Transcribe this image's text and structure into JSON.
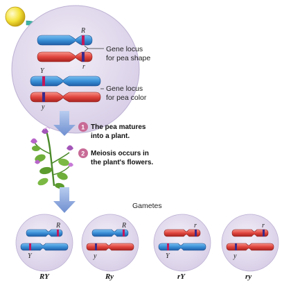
{
  "cell": {
    "top_chromosomes": {
      "shape": {
        "allele_top": "R",
        "allele_bottom": "r",
        "label_line1": "Gene locus",
        "label_line2": "for pea shape"
      },
      "color": {
        "allele_top": "Y",
        "allele_bottom": "y",
        "label_line1": "Gene locus",
        "label_line2": "for pea color"
      }
    }
  },
  "steps": [
    {
      "number": "1",
      "line1": "The pea matures",
      "line2": "into a plant."
    },
    {
      "number": "2",
      "line1": "Meiosis occurs in",
      "line2": "the plant's flowers."
    }
  ],
  "gametes_title": "Gametes",
  "gametes": [
    {
      "name": "RY",
      "shape_allele": "R",
      "color_allele": "Y"
    },
    {
      "name": "Ry",
      "shape_allele": "R",
      "color_allele": "y"
    },
    {
      "name": "rY",
      "shape_allele": "r",
      "color_allele": "Y"
    },
    {
      "name": "ry",
      "shape_allele": "r",
      "color_allele": "y"
    }
  ],
  "colors": {
    "blue_chromosome": "#3a8fd6",
    "red_chromosome": "#e0453e",
    "locus_band": "#c2185b",
    "cell_fill": "#e3dcef",
    "arrow": "#7da0d8",
    "step_badge": "#c86a96",
    "pollen": "#f4e23a"
  }
}
